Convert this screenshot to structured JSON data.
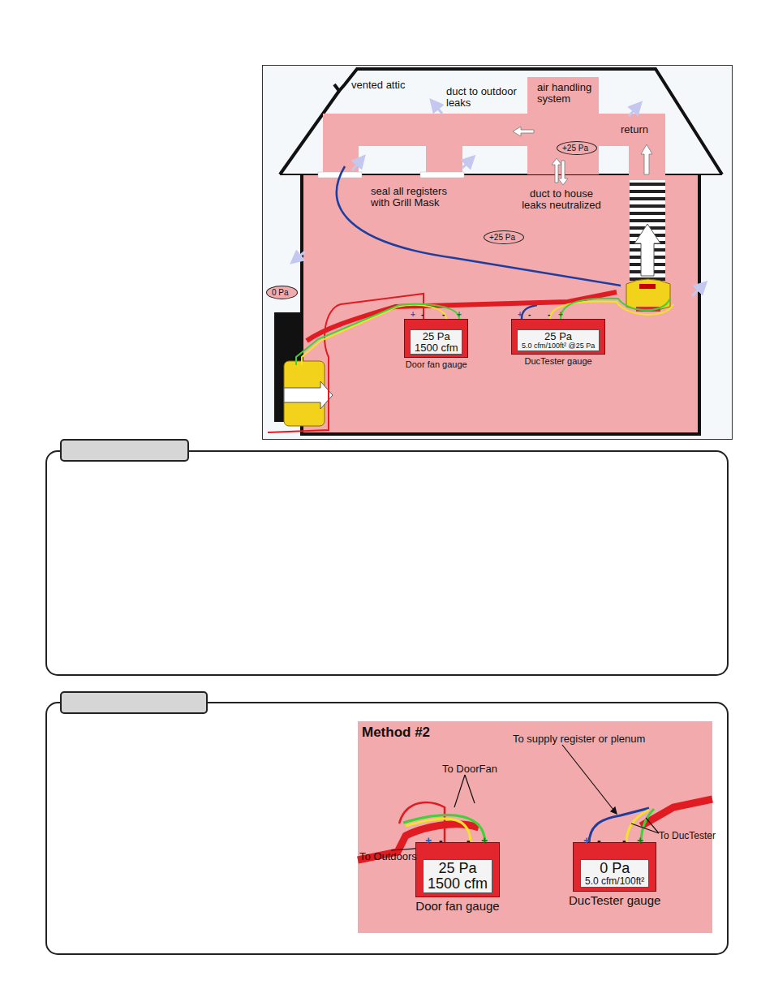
{
  "diagram": {
    "nodes": [
      {
        "text": [
          "+25 Pa"
        ]
      },
      {
        "text": [
          "+25 Pa"
        ]
      },
      {
        "text": [
          "0 Pa"
        ]
      },
      {
        "text": [
          "25 Pa",
          "1500 cfm",
          "Door fan gauge"
        ]
      },
      {
        "text": [
          "25 Pa",
          "5.0 cfm/100ft² @25 Pa",
          "DucTester gauge"
        ]
      },
      {
        "text": [
          "Method #2"
        ]
      },
      {
        "text": [
          "25 Pa",
          "1500 cfm",
          "Door fan gauge"
        ],
        "in": 5
      },
      {
        "text": [
          "0 Pa",
          "5.0 cfm/100ft²",
          "DucTester gauge"
        ],
        "in": 5
      }
    ],
    "labels": [
      "vented attic",
      "duct to outdoor leaks",
      "air handling system",
      "return",
      "seal all registers with Grill Mask",
      "duct to house leaks neutralized",
      "To DoorFan",
      "To Outdoors",
      "To supply register or plenum",
      "To DucTester",
      "+",
      "-",
      "-",
      "+",
      "+",
      "-",
      "-",
      "+",
      "+",
      "-",
      "-",
      "+",
      "+",
      "-",
      "-",
      "+"
    ]
  }
}
